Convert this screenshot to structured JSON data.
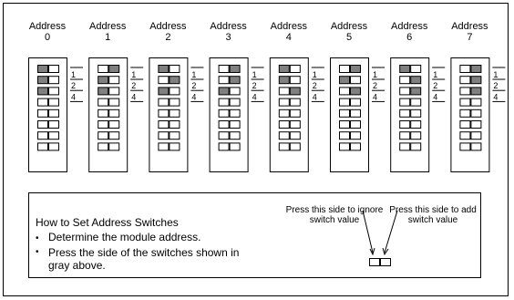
{
  "addresses": [
    {
      "label": "Address",
      "number": "0",
      "on": [
        false,
        false,
        false
      ]
    },
    {
      "label": "Address",
      "number": "1",
      "on": [
        true,
        false,
        false
      ]
    },
    {
      "label": "Address",
      "number": "2",
      "on": [
        false,
        true,
        false
      ]
    },
    {
      "label": "Address",
      "number": "3",
      "on": [
        true,
        true,
        false
      ]
    },
    {
      "label": "Address",
      "number": "4",
      "on": [
        false,
        false,
        true
      ]
    },
    {
      "label": "Address",
      "number": "5",
      "on": [
        true,
        false,
        true
      ]
    },
    {
      "label": "Address",
      "number": "6",
      "on": [
        false,
        true,
        true
      ]
    },
    {
      "label": "Address",
      "number": "7",
      "on": [
        true,
        true,
        true
      ]
    }
  ],
  "switch_count": 8,
  "weight_labels": [
    "1",
    "2",
    "4"
  ],
  "colors": {
    "gray_fill": "#808080",
    "stroke": "#000000",
    "background": "#ffffff"
  },
  "instructions": {
    "title": "How to Set Address Switches",
    "steps": [
      "Determine the module address.",
      "Press the side of the switches shown in gray above."
    ],
    "bullet": "•",
    "left_hint": "Press this side to ignore switch value",
    "right_hint": "Press this side to add switch value"
  }
}
